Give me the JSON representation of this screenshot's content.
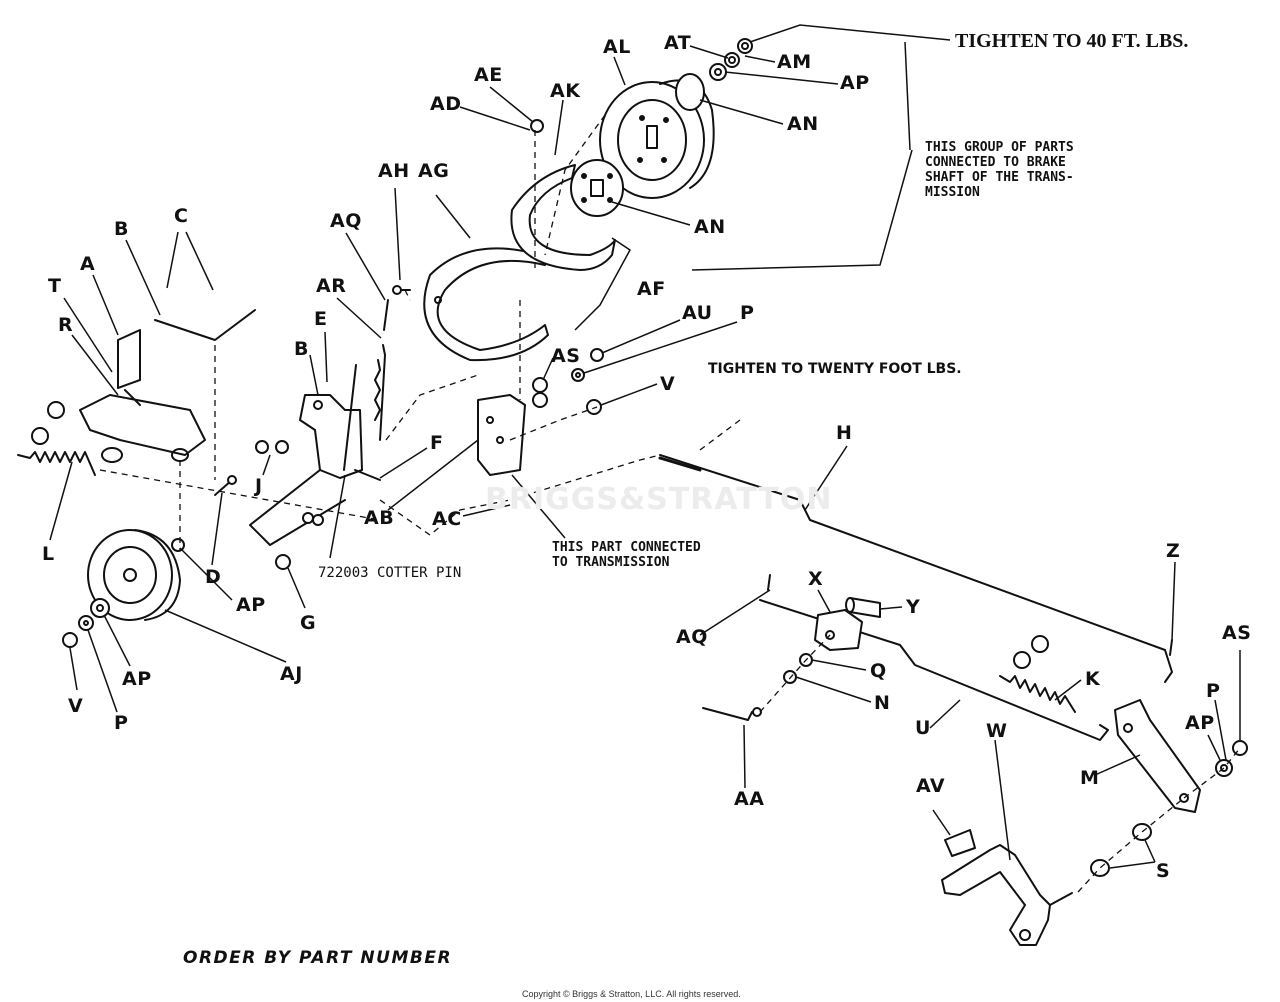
{
  "notes": {
    "torque_40": "TIGHTEN TO 40 FT. LBS.",
    "torque_20": "TIGHTEN TO TWENTY FOOT LBS.",
    "brake_group": "THIS GROUP OF PARTS\nCONNECTED TO BRAKE\nSHAFT OF THE TRANS-\nMISSION",
    "transmission": "THIS PART CONNECTED\nTO TRANSMISSION",
    "cotter_pin": "722003 COTTER PIN",
    "order": "ORDER BY PART NUMBER",
    "copyright": "Copyright © Briggs & Stratton, LLC. All rights reserved.",
    "watermark": "BRIGGS&STRATTON"
  },
  "labels": {
    "AT": "AT",
    "AM": "AM",
    "AL": "AL",
    "AP": "AP",
    "AN": "AN",
    "AE": "AE",
    "AK": "AK",
    "AD": "AD",
    "AH": "AH",
    "AG": "AG",
    "AQ": "AQ",
    "AR": "AR",
    "AF": "AF",
    "AU": "AU",
    "P": "P",
    "AS": "AS",
    "V": "V",
    "B": "B",
    "C": "C",
    "E": "E",
    "A": "A",
    "T": "T",
    "R": "R",
    "F": "F",
    "H": "H",
    "AB": "AB",
    "AC": "AC",
    "J": "J",
    "L": "L",
    "D": "D",
    "G": "G",
    "AJ": "AJ",
    "Z": "Z",
    "X": "X",
    "Y": "Y",
    "Q": "Q",
    "N": "N",
    "K": "K",
    "U": "U",
    "W": "W",
    "M": "M",
    "AA": "AA",
    "AV": "AV",
    "S": "S"
  }
}
